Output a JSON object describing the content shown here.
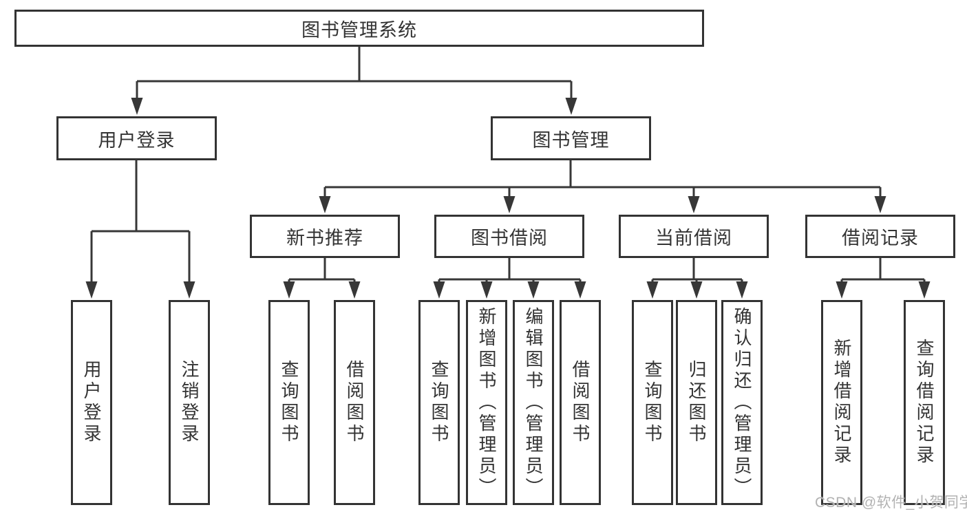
{
  "diagram": {
    "title": "图书管理系统",
    "root": {
      "label": "图书管理系统"
    },
    "level2": [
      {
        "label": "用户登录",
        "children": [
          {
            "label": "用户登录"
          },
          {
            "label": "注销登录"
          }
        ]
      },
      {
        "label": "图书管理",
        "children": [
          {
            "label": "新书推荐",
            "children": [
              {
                "label": "查询图书"
              },
              {
                "label": "借阅图书"
              }
            ]
          },
          {
            "label": "图书借阅",
            "children": [
              {
                "label": "查询图书"
              },
              {
                "label": "新增图书（管理员）"
              },
              {
                "label": "编辑图书（管理员）"
              },
              {
                "label": "借阅图书"
              }
            ]
          },
          {
            "label": "当前借阅",
            "children": [
              {
                "label": "查询图书"
              },
              {
                "label": "归还图书"
              },
              {
                "label": "确认归还（管理员）"
              }
            ]
          },
          {
            "label": "借阅记录",
            "children": [
              {
                "label": "新增借阅记录"
              },
              {
                "label": "查询借阅记录"
              }
            ]
          }
        ]
      }
    ]
  },
  "watermark": {
    "text": "CSDN @软件_小贺同学"
  },
  "colors": {
    "background": "#ffffff",
    "line": "#373737",
    "box_border": "#333333",
    "text": "#333333",
    "watermark": "#b2b2b2"
  }
}
